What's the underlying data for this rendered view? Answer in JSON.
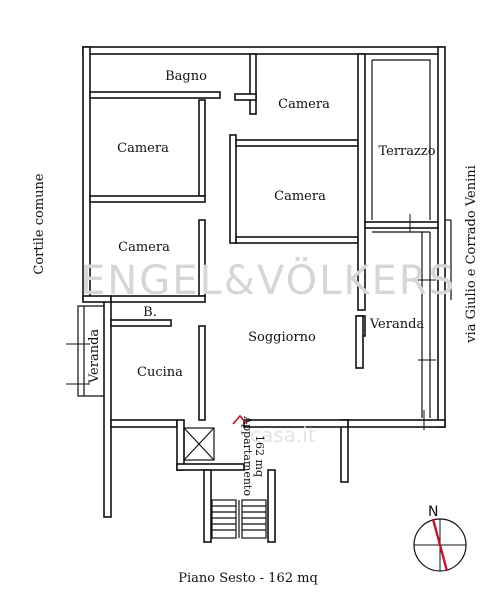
{
  "rooms": {
    "bagno": "Bagno",
    "camera_top": "Camera",
    "camera_left_top": "Camera",
    "camera_middle": "Camera",
    "camera_left_bottom": "Camera",
    "terrazzo": "Terrazzo",
    "bagno_small": "B.",
    "soggiorno": "Soggiorno",
    "veranda_right": "Veranda",
    "veranda_left": "Veranda",
    "cucina": "Cucina"
  },
  "apartment_label": {
    "line1": "Appartamento",
    "line2": "162 mq"
  },
  "streets": {
    "left": "Cortile comune",
    "right": "via Giulio e Corrado Venini"
  },
  "caption": "Piano Sesto - 162 mq",
  "compass": {
    "label": "N",
    "needle_color": "#c8102e"
  },
  "watermark": {
    "brand": "ENGEL&VÖLKERS",
    "site": "casa.it",
    "color": "#d6d6d6"
  }
}
